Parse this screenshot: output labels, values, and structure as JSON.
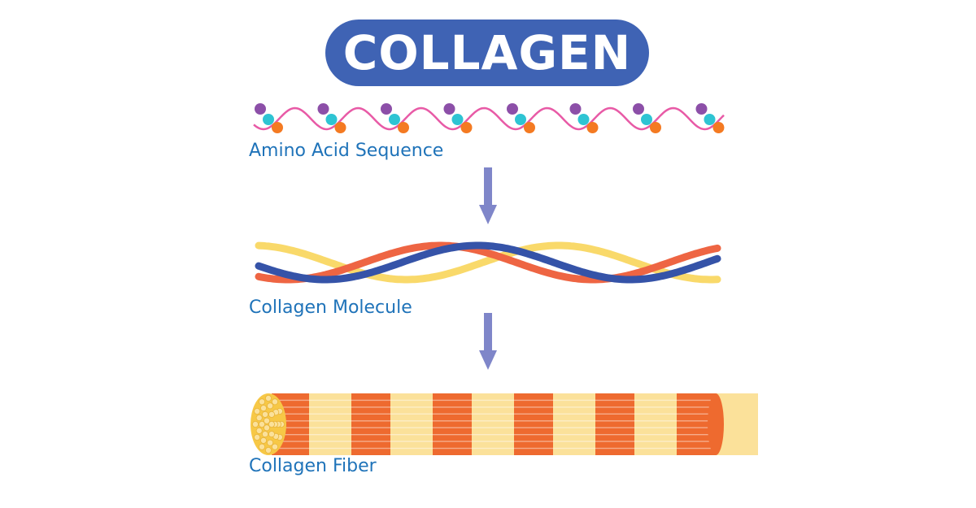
{
  "title": "COLLAGEN",
  "stages": [
    {
      "label": "Amino Acid Sequence"
    },
    {
      "label": "Collagen Molecule"
    },
    {
      "label": "Collagen Fiber"
    }
  ],
  "colors": {
    "title_pill": "#3f63b4",
    "title_text": "#ffffff",
    "label_text": "#1f73b9",
    "arrow": "#7f86c9",
    "chain_line": "#e85aa6",
    "bead_purple": "#8c4fa8",
    "bead_cyan": "#2ec4d3",
    "bead_orange": "#f47a22",
    "strand_blue": "#3553a8",
    "strand_red": "#ee6543",
    "strand_yellow": "#f9d96a",
    "fiber_orange": "#ee6a2f",
    "fiber_light": "#fbe19a",
    "fiber_end": "#f7c846"
  },
  "icons": [
    "down-arrow-icon",
    "down-arrow-icon"
  ]
}
